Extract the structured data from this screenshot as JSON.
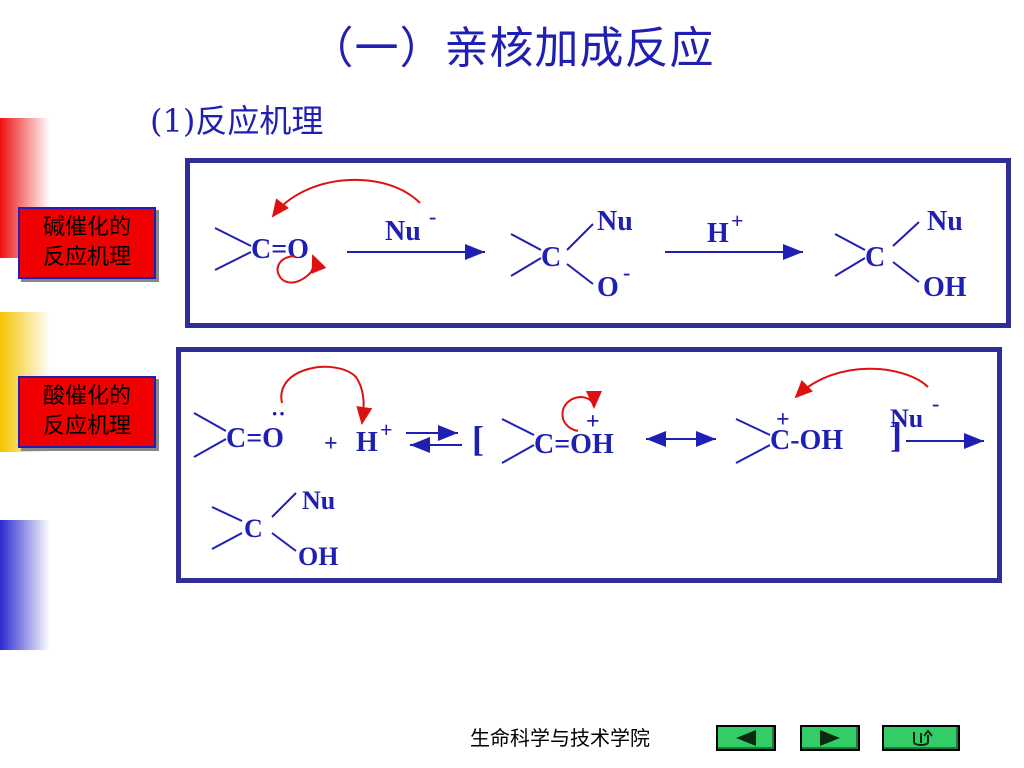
{
  "header": {
    "title": "（一）亲核加成反应",
    "subtitle": "(1)反应机理"
  },
  "labels": {
    "base": "碱催化的\n反应机理",
    "acid": "酸催化的\n反应机理"
  },
  "base_scheme": {
    "reactant": "C=O",
    "reagent": "Nu",
    "reagent_charge": "-",
    "int_c": "C",
    "int_nu": "Nu",
    "int_o": "O",
    "int_o_charge": "-",
    "reagent2": "H",
    "reagent2_charge": "+",
    "prod_c": "C",
    "prod_nu": "Nu",
    "prod_oh": "OH"
  },
  "acid_scheme": {
    "reactant": "C=O",
    "reactant_dots": "··",
    "plus": "+",
    "reagent": "H",
    "reagent_charge": "+",
    "bracket_open": "[",
    "int1": "C=OH",
    "int1_charge": "+",
    "int2": "C-OH",
    "int2_charge": "+",
    "bracket_close": "]",
    "reagent2": "Nu",
    "reagent2_charge": "-",
    "prod_c": "C",
    "prod_nu": "Nu",
    "prod_oh": "OH"
  },
  "footer": {
    "text": "生命科学与技术学院"
  },
  "nav": {
    "prev_icon": "left-triangle-icon",
    "next_icon": "right-triangle-icon",
    "return_icon": "return-arrow-icon"
  },
  "colors": {
    "blue": "#1f1fb4",
    "red": "#dd1111",
    "green": "#33cc66"
  }
}
